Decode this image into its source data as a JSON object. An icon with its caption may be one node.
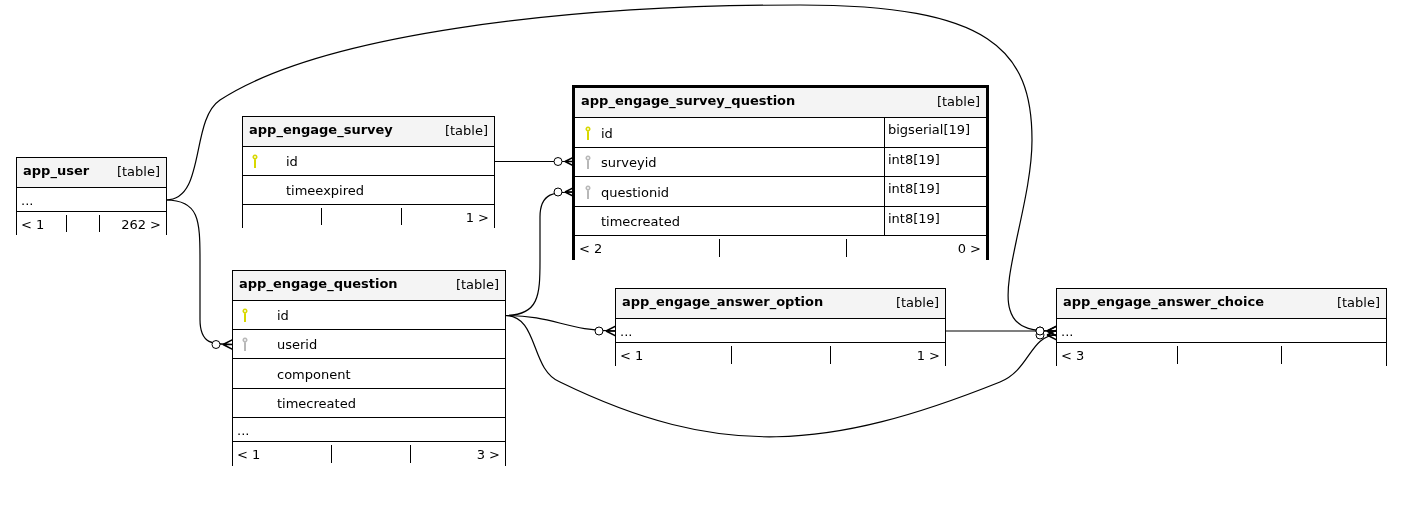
{
  "diagram": {
    "nodes": [
      {
        "text": [
          "app_user",
          "[table]"
        ]
      },
      {
        "text": [
          "..."
        ],
        "in": 0
      },
      {
        "text": [
          "< 1",
          "262 >"
        ],
        "in": 0
      },
      {
        "text": [
          "app_engage_survey",
          "[table]"
        ]
      },
      {
        "text": [
          "id"
        ],
        "in": 3
      },
      {
        "text": [
          "timeexpired"
        ],
        "in": 3
      },
      {
        "text": [
          "1 >"
        ],
        "in": 3
      },
      {
        "text": [
          "app_engage_question",
          "[table]"
        ]
      },
      {
        "text": [
          "id"
        ],
        "in": 7
      },
      {
        "text": [
          "userid"
        ],
        "in": 7
      },
      {
        "text": [
          "component"
        ],
        "in": 7
      },
      {
        "text": [
          "timecreated"
        ],
        "in": 7
      },
      {
        "text": [
          "..."
        ],
        "in": 7
      },
      {
        "text": [
          "< 1",
          "3 >"
        ],
        "in": 7
      },
      {
        "text": [
          "app_engage_survey_question",
          "[table]"
        ]
      },
      {
        "text": [
          "id",
          "bigserial[19]"
        ],
        "in": 14
      },
      {
        "text": [
          "surveyid",
          "int8[19]"
        ],
        "in": 14
      },
      {
        "text": [
          "questionid",
          "int8[19]"
        ],
        "in": 14
      },
      {
        "text": [
          "timecreated",
          "int8[19]"
        ],
        "in": 14
      },
      {
        "text": [
          "< 2",
          "0 >"
        ],
        "in": 14
      },
      {
        "text": [
          "app_engage_answer_option",
          "[table]"
        ]
      },
      {
        "text": [
          "..."
        ],
        "in": 20
      },
      {
        "text": [
          "< 1",
          "1 >"
        ],
        "in": 20
      },
      {
        "text": [
          "app_engage_answer_choice",
          "[table]"
        ]
      },
      {
        "text": [
          "..."
        ],
        "in": 23
      },
      {
        "text": [
          "< 3"
        ],
        "in": 23
      }
    ],
    "edges": [
      {
        "from": 1,
        "to": 9,
        "arrow": "other"
      },
      {
        "from": 1,
        "to": 24,
        "arrow": "other"
      },
      {
        "from": 4,
        "to": 16,
        "arrow": "other"
      },
      {
        "from": 8,
        "to": 17,
        "arrow": "other"
      },
      {
        "from": 8,
        "to": 21,
        "arrow": "other"
      },
      {
        "from": 8,
        "to": 24,
        "arrow": "other"
      },
      {
        "from": 21,
        "to": 24,
        "arrow": "other"
      }
    ]
  }
}
